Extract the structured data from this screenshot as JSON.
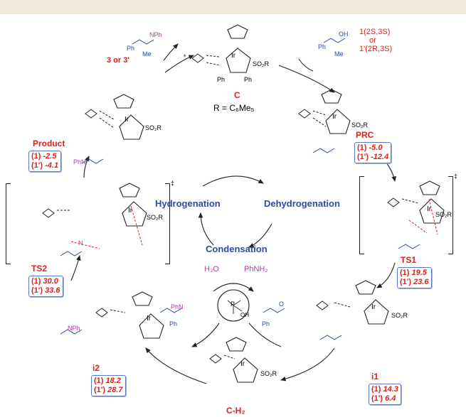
{
  "colors": {
    "red": "#e0201b",
    "blue": "#2f4aa0",
    "purple": "#b03fb0",
    "box_border": "#5a78c8",
    "topbar": "#efe9d8"
  },
  "catalyst": {
    "label": "C",
    "r_def": "R = C₆Me₅"
  },
  "substrate": {
    "line1": "1(2S,3S)",
    "line2": "or",
    "line3": "1'(2R,3S)"
  },
  "product_ids": "3  or 3'",
  "cycle_center": {
    "left": "Hydrogenation",
    "right": "Dehydrogenation",
    "bottom": "Condensation"
  },
  "condensation": {
    "water": "H₂O",
    "amine": "PhNH₂"
  },
  "species": [
    {
      "name": "PRC",
      "rows": [
        {
          "id": "(1)",
          "val": "-5.0"
        },
        {
          "id": "(1')",
          "val": "-12.4"
        }
      ]
    },
    {
      "name": "TS1",
      "rows": [
        {
          "id": "(1)",
          "val": "19.5"
        },
        {
          "id": "(1')",
          "val": "23.6"
        }
      ]
    },
    {
      "name": "i1",
      "rows": [
        {
          "id": "(1)",
          "val": "14.3"
        },
        {
          "id": "(1')",
          "val": "6.4"
        }
      ]
    },
    {
      "name": "C-H₂",
      "rows": []
    },
    {
      "name": "i2",
      "rows": [
        {
          "id": "(1)",
          "val": "18.2"
        },
        {
          "id": "(1')",
          "val": "28.7"
        }
      ]
    },
    {
      "name": "TS2",
      "rows": [
        {
          "id": "(1)",
          "val": "30.0"
        },
        {
          "id": "(1')",
          "val": "33.6"
        }
      ]
    },
    {
      "name": "Product",
      "rows": [
        {
          "id": "(1)",
          "val": "-2.5"
        },
        {
          "id": "(1')",
          "val": "-4.1"
        }
      ]
    }
  ],
  "atoms": {
    "ir": "Ir",
    "n": "N",
    "h": "H",
    "o": "O",
    "p": "P",
    "ph": "Ph",
    "me": "Me",
    "so2r": "SO₂R",
    "phn": "PhN",
    "nph": "NPh",
    "oh": "OH",
    "star": "*",
    "dagger": "‡"
  }
}
